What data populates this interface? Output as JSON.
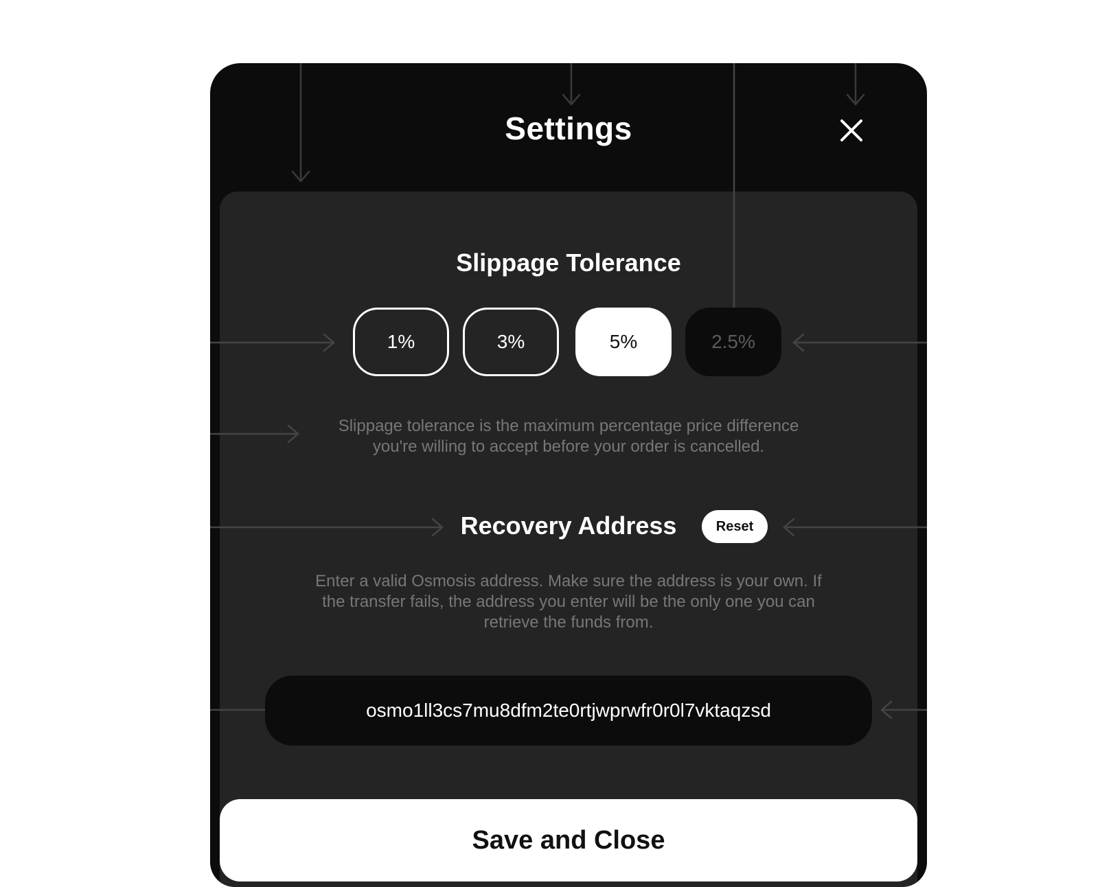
{
  "modal": {
    "title": "Settings",
    "close_icon": "close-icon"
  },
  "slippage": {
    "title": "Slippage Tolerance",
    "options": [
      "1%",
      "3%",
      "5%"
    ],
    "selected": "5%",
    "custom_placeholder": "2.5%",
    "description": "Slippage tolerance is the maximum percentage price difference you're willing to accept before your order is cancelled."
  },
  "recovery": {
    "title": "Recovery Address",
    "reset_label": "Reset",
    "description": "Enter a valid Osmosis address. Make sure the address is your own. If the transfer fails, the address you enter will be the only one you can retrieve the funds from.",
    "address": "osmo1ll3cs7mu8dfm2te0rtjwprwfr0r0l7vktaqzsd"
  },
  "footer": {
    "save_label": "Save and Close"
  },
  "colors": {
    "background": "#0c0c0c",
    "panel": "#242424",
    "accent": "#ffffff",
    "muted_text": "#777777"
  }
}
